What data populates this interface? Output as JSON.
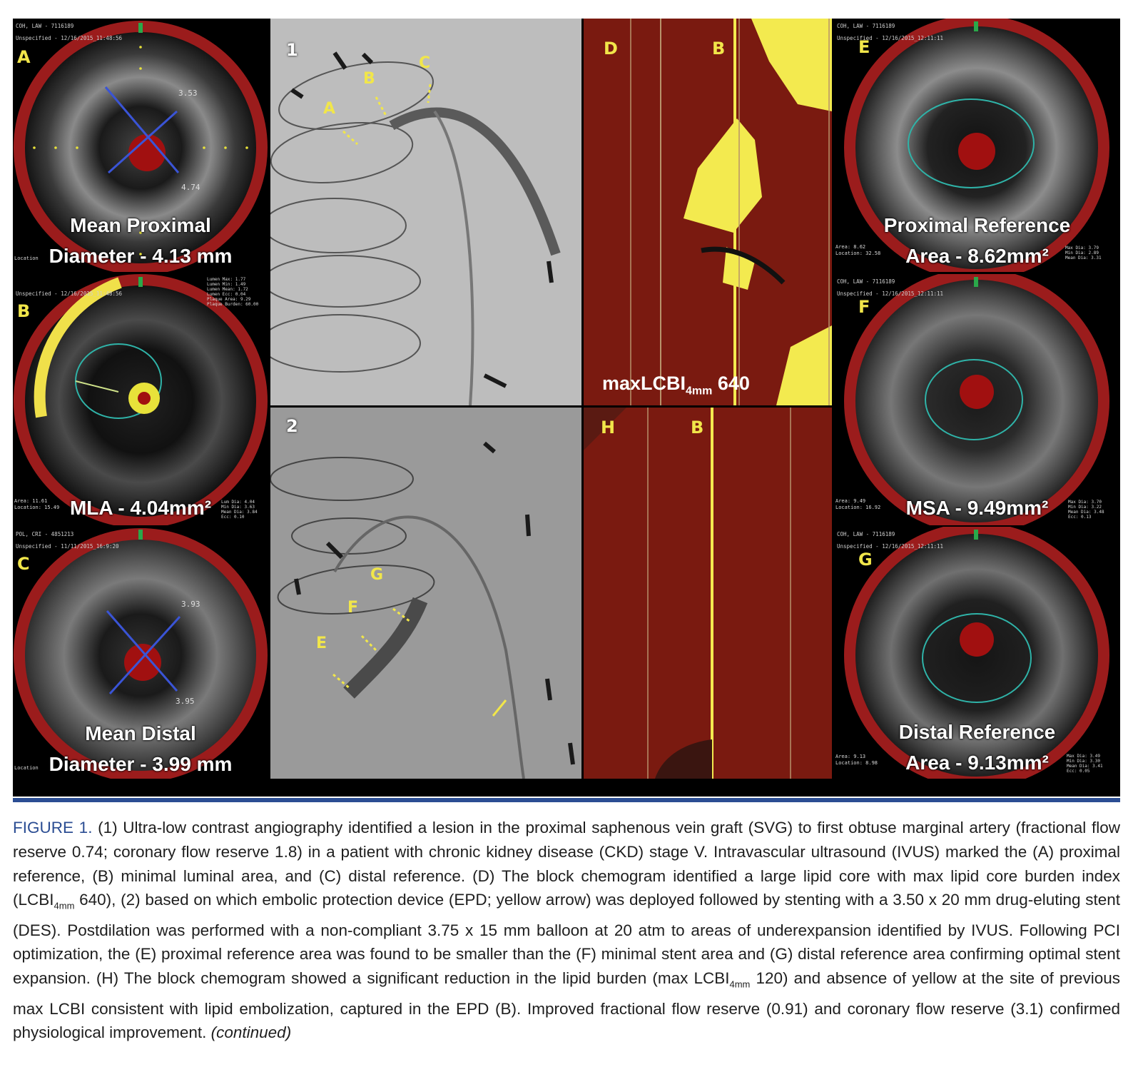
{
  "ivus_panels": {
    "A": {
      "letter": "A",
      "header_line1": "COH, LAW - 7116189",
      "header_line2": "Unspecified - 12/16/2015_11:48:56",
      "caption_line1": "Mean Proximal",
      "caption_line2": "Diameter - 4.13 mm",
      "measure1": "3.53",
      "measure2": "4.74",
      "location_label": "Location"
    },
    "B": {
      "letter": "B",
      "header_line1": "",
      "header_line2": "Unspecified - 12/16/2015_11:48:56",
      "stats": "Lumen Max: 1.77\nLumen Min: 1.49\nLumen Mean: 1.72\nLumen Ecc: 0.04\nPlaque Area: 9.29\nPlaque Burden: 60.00",
      "area_text": "Area: 11.61\nLocation: 15.49",
      "side_text": "Lum Dia: 4.04\nMin Dia: 3.63\nMean Dia: 3.84\nEcc: 0.10",
      "caption": "MLA - 4.04mm²"
    },
    "C": {
      "letter": "C",
      "header_line1": "POL, CRI - 4851213",
      "header_line2": "Unspecified - 11/11/2015_16:9:20",
      "caption_line1": "Mean Distal",
      "caption_line2": "Diameter - 3.99 mm",
      "measure1": "3.93",
      "measure2": "3.95",
      "location_label": "Location"
    },
    "E": {
      "letter": "E",
      "header_line1": "COH, LAW - 7116189",
      "header_line2": "Unspecified - 12/16/2015_12:11:11",
      "caption_line1": "Proximal Reference",
      "caption_line2": "Area - 8.62mm²",
      "area_text": "Area: 8.62\nLocation: 32.58",
      "side_text": "Max Dia: 3.79\nMin Dia: 2.89\nMean Dia: 3.31"
    },
    "F": {
      "letter": "F",
      "header_line1": "COH, LAW - 7116189",
      "header_line2": "Unspecified - 12/16/2015_12:11:11",
      "caption": "MSA - 9.49mm²",
      "area_text": "Area: 9.49\nLocation: 16.92",
      "side_text": "Max Dia: 3.70\nMin Dia: 3.22\nMean Dia: 3.48\nEcc: 0.13"
    },
    "G": {
      "letter": "G",
      "header_line1": "COH, LAW - 7116189",
      "header_line2": "Unspecified - 12/16/2015_12:11:11",
      "caption_line1": "Distal Reference",
      "caption_line2": "Area - 9.13mm²",
      "area_text": "Area: 9.13\nLocation: 8.98",
      "side_text": "Max Dia: 3.49\nMin Dia: 3.30\nMean Dia: 3.41\nEcc: 0.05"
    }
  },
  "angio_panels": {
    "top": {
      "number": "1",
      "labels": [
        "A",
        "B",
        "C"
      ]
    },
    "bottom": {
      "number": "2",
      "labels": [
        "G",
        "F",
        "E"
      ]
    }
  },
  "chemogram_panels": {
    "top": {
      "letter_left": "D",
      "letter_right": "B",
      "caption_main": "maxLCBI",
      "caption_sub": "4mm",
      "caption_value": " 640"
    },
    "bottom": {
      "letter_left": "H",
      "letter_right": "B"
    }
  },
  "colors": {
    "caption_accent": "#2b4d93",
    "panel_letter": "#f1e64a",
    "chemogram_background": "#7a1a10",
    "lipid_yellow": "#f3ea4f"
  },
  "caption": {
    "figure_label": "FIGURE 1.",
    "text_part1": " (1) Ultra-low contrast angiography identified a lesion in the proximal saphenous vein graft (SVG) to first obtuse marginal artery (fractional flow reserve 0.74; coronary flow reserve 1.8) in a patient with chronic kidney disease (CKD) stage V. Intravascular ultrasound (IVUS) marked the (A) proximal reference, (B) minimal luminal area, and (C) distal reference. (D) The block chemogram identified a large lipid core with max lipid core burden index (LCBI",
    "sub1": "4mm",
    "text_part2": " 640), (2) based on which embolic protection device (EPD; yellow arrow) was deployed followed by stenting with a 3.50 x 20 mm drug-eluting  stent (DES). Postdilation was performed with a non-compliant 3.75 x 15 mm balloon at 20 atm to areas of underexpansion identified by IVUS. Following PCI optimization, the (E) proximal reference area was found to be smaller than the (F) minimal stent area and (G) distal reference area confirming optimal stent expansion. (H) The block chemogram showed a significant reduction in the lipid burden (max LCBI",
    "sub2": "4mm",
    "text_part3": " 120) and absence of yellow at the site of previous max LCBI consistent with lipid embolization, captured in the EPD (B). Improved fractional flow reserve (0.91) and coronary flow reserve (3.1) confirmed physiological improvement. ",
    "continued": "(continued)"
  }
}
